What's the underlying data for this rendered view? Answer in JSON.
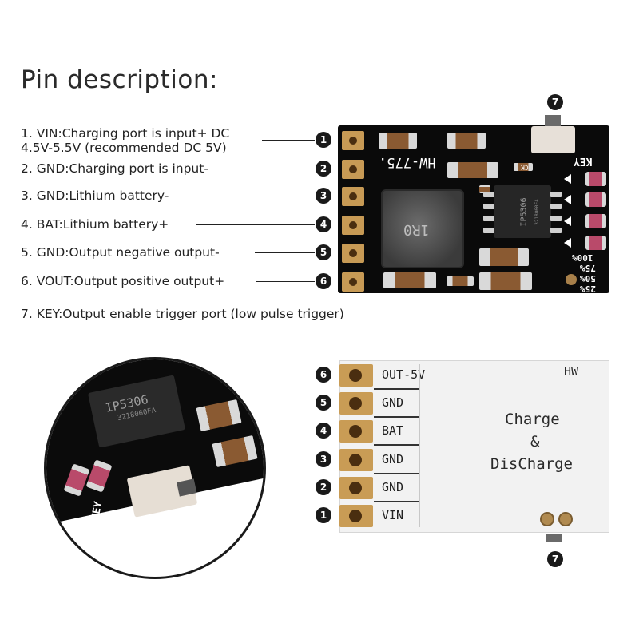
{
  "title": "Pin description:",
  "pins": [
    {
      "num": "1",
      "text_lines": [
        "1. VIN:Charging port is input+ DC",
        "4.5V-5.5V (recommended DC 5V)"
      ]
    },
    {
      "num": "2",
      "text_lines": [
        "2. GND:Charging port is input-"
      ]
    },
    {
      "num": "3",
      "text_lines": [
        "3. GND:Lithium battery-"
      ]
    },
    {
      "num": "4",
      "text_lines": [
        "4. BAT:Lithium battery+"
      ]
    },
    {
      "num": "5",
      "text_lines": [
        "5. GND:Output negative output-"
      ]
    },
    {
      "num": "6",
      "text_lines": [
        "6. VOUT:Output positive output+"
      ]
    },
    {
      "num": "7",
      "text_lines": [
        "7. KEY:Output enable trigger port (low pulse trigger)"
      ]
    }
  ],
  "board_front": {
    "model": "HW-775.",
    "chip_label": "IP5306",
    "chip_code": "3218060FA",
    "key_label": "KEY",
    "inductor_label": "1R0",
    "percent_labels": [
      "100%",
      "75%",
      "50%",
      "25%"
    ],
    "small_label": "CK"
  },
  "zoom": {
    "chip_label": "IP5306",
    "chip_code": "3218060FA",
    "key_label": "KEY"
  },
  "board_back": {
    "brand": "HW",
    "labels": [
      "OUT-5V",
      "GND",
      "BAT",
      "GND",
      "GND",
      "VIN"
    ],
    "pin_nums": [
      "6",
      "5",
      "4",
      "3",
      "2",
      "1"
    ],
    "line1": "Charge",
    "amp": "&",
    "line2": "DisCharge"
  },
  "key_badge": "7"
}
